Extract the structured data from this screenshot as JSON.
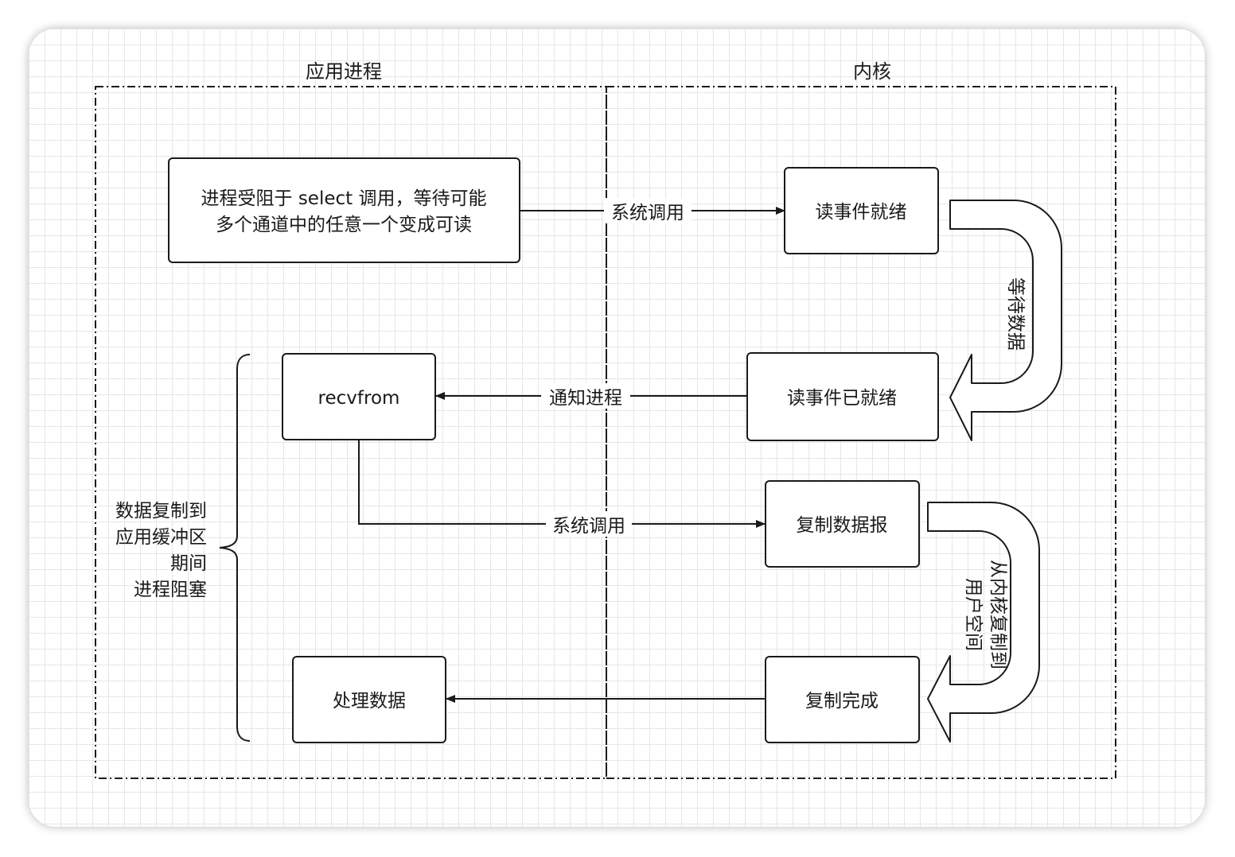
{
  "lanes": {
    "app": "应用进程",
    "kernel": "内核"
  },
  "boxes": {
    "select_wait": [
      "进程受阻于 select 调用，等待可能",
      "多个通道中的任意一个变成可读"
    ],
    "read_ready": "读事件就绪",
    "read_done": "读事件已就绪",
    "recvfrom": "recvfrom",
    "copy_datagram": "复制数据报",
    "copy_done": "复制完成",
    "process_data": "处理数据"
  },
  "edges": {
    "syscall_1": "系统调用",
    "notify": "通知进程",
    "syscall_2": "系统调用"
  },
  "side_arrows": {
    "wait_data": "等待数据",
    "copy_to_user": [
      "从内核复制到",
      "用户空间"
    ]
  },
  "brace_note": [
    "数据复制到",
    "应用缓冲区",
    "期间",
    "进程阻塞"
  ]
}
